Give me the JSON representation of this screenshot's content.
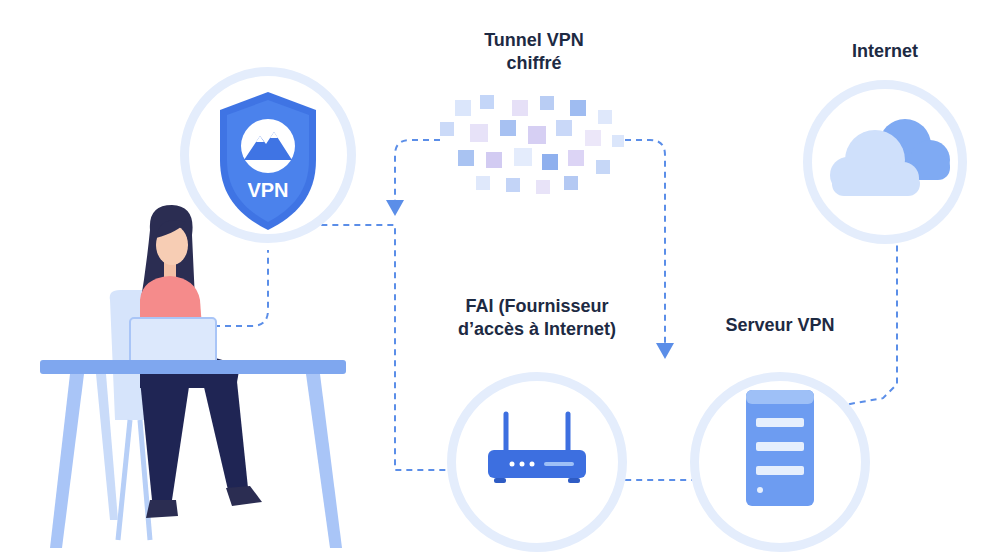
{
  "diagram": {
    "nodes": [
      {
        "text": [
          "VPN"
        ]
      },
      {
        "text": [
          "Internet"
        ]
      },
      {
        "text": [
          "FAI (Fournisseur d’accès à Internet)"
        ]
      },
      {
        "text": [
          "Serveur VPN"
        ]
      }
    ],
    "edges": [
      {
        "from": 0,
        "to": 2,
        "arrow": "none"
      },
      {
        "from": 2,
        "to": 3,
        "arrow": "none"
      },
      {
        "from": 3,
        "to": 1,
        "arrow": "none"
      }
    ],
    "labels": [
      "Tunnel VPN chiffré"
    ]
  }
}
